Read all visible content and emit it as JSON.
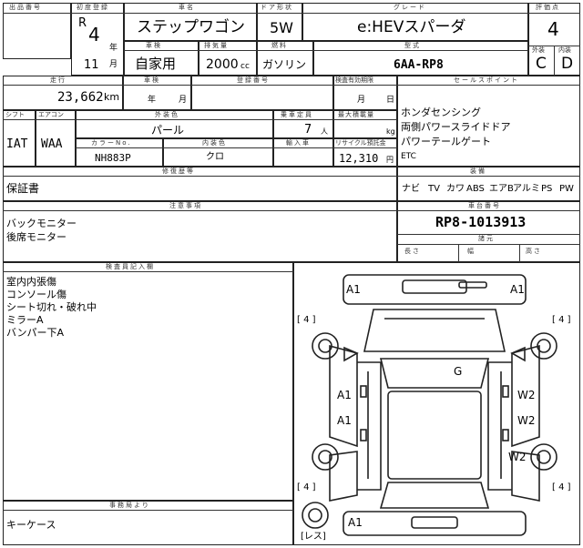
{
  "sheet": {
    "labels": {
      "lot_no": "出品番号",
      "first_reg": "初度登録",
      "model_name": "車名",
      "door_type": "ドア形状",
      "grade": "グレード",
      "score": "評価点",
      "purpose": "車検",
      "displacement": "排気量",
      "fuel": "燃料",
      "model_code": "型式",
      "exterior": "外装",
      "interior": "内装",
      "mileage": "走行",
      "inspection": "車検",
      "reg_no": "登録番号",
      "expiry": "検査有効期限",
      "shift": "シフト",
      "aircon": "エアコン",
      "outer_color": "外装色",
      "capacity": "乗車定員",
      "max_load": "最大積載量",
      "color_no": "カラーNo.",
      "inner_color": "内装色",
      "import": "輸入車",
      "recycle": "リサイクル預託金",
      "history": "修復歴等",
      "sales_points": "セールスポイント",
      "equipment": "装備",
      "notes": "注意事項",
      "chassis": "車台番号",
      "inspector": "検査員記入欄",
      "origin": "諸元",
      "length": "長さ",
      "width": "幅",
      "height": "高さ",
      "seller_notes": "事務局より"
    },
    "era_prefix": "R",
    "year": "4",
    "year_unit": "年",
    "month": "11",
    "month_unit": "月",
    "model_name": "ステップワゴン",
    "door_type": "5W",
    "grade": "e:HEVスパーダ",
    "score": "4",
    "ext_score": "C",
    "int_score": "D",
    "purpose": "自家用",
    "displacement": "2000",
    "displacement_unit": "cc",
    "fuel": "ガソリン",
    "model_code": "6AA-RP8",
    "mileage": "23,662",
    "mileage_unit": "km",
    "insp_year_unit": "年",
    "insp_month_unit": "月",
    "expiry_month_unit": "月",
    "expiry_day_unit": "日",
    "shift": "IAT",
    "aircon": "WAA",
    "outer_color": "パール",
    "capacity": "7",
    "capacity_unit": "人",
    "load_unit": "kg",
    "color_no": "NH883P",
    "inner_color": "クロ",
    "recycle": "12,310",
    "recycle_unit": "円",
    "history": "保証書",
    "sales_points": [
      "ホンダセンシング",
      "両側パワースライドドア",
      "パワーテールゲート",
      "ETC"
    ],
    "equipment": [
      "ナビ",
      "TV",
      "カワ",
      "ABS",
      "エアB",
      "アルミ",
      "PS",
      "PW"
    ],
    "notes": [
      "バックモニター",
      "後席モニター"
    ],
    "chassis": "RP8-1013913",
    "inspector": [
      "室内内張傷",
      "コンソール傷",
      "シート切れ・破れ中",
      "ミラーA",
      "バンパー下A"
    ],
    "seller_notes": "キーケース",
    "diagram": {
      "marks": [
        "A1",
        "A1",
        "G",
        "A1",
        "A1",
        "W2",
        "W2",
        "W2",
        "A1"
      ],
      "tire_marks": [
        "[ 4 ]",
        "[ 4 ]",
        "[ 4 ]",
        "[ 4 ]"
      ],
      "spare": "[レス]"
    }
  }
}
